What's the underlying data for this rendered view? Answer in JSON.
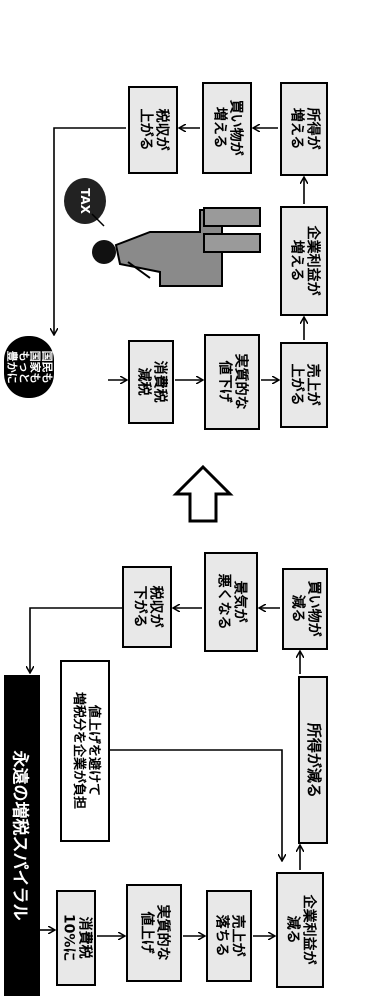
{
  "title": "永遠の増税スパイラル",
  "badge_text": "国民も\n国家も\nもっと\n豊かに",
  "tax_label": "TAX",
  "spiral": {
    "tax_rate": "消費税\n10%に",
    "price_up": "実質的な\n値上げ",
    "sales_down": "売上が\n落ちる",
    "note": "値上げを避けて\n増税分を企業が負担",
    "profit_down": "企業利益が\n減る",
    "income_down": "所得が減る",
    "shopping_down": "買い物が\n減る",
    "economy_down": "景気が\n悪くなる",
    "revenue_down": "税収が\n下がる"
  },
  "prosperity": {
    "tax_cut": "消費税\n減税",
    "price_down": "実質的な\n値下げ",
    "sales_up": "売上が\n上がる",
    "profit_up": "企業利益が\n増える",
    "income_up": "所得が\n増える",
    "shopping_up": "買い物が\n増える",
    "revenue_up": "税収が\n上がる"
  }
}
